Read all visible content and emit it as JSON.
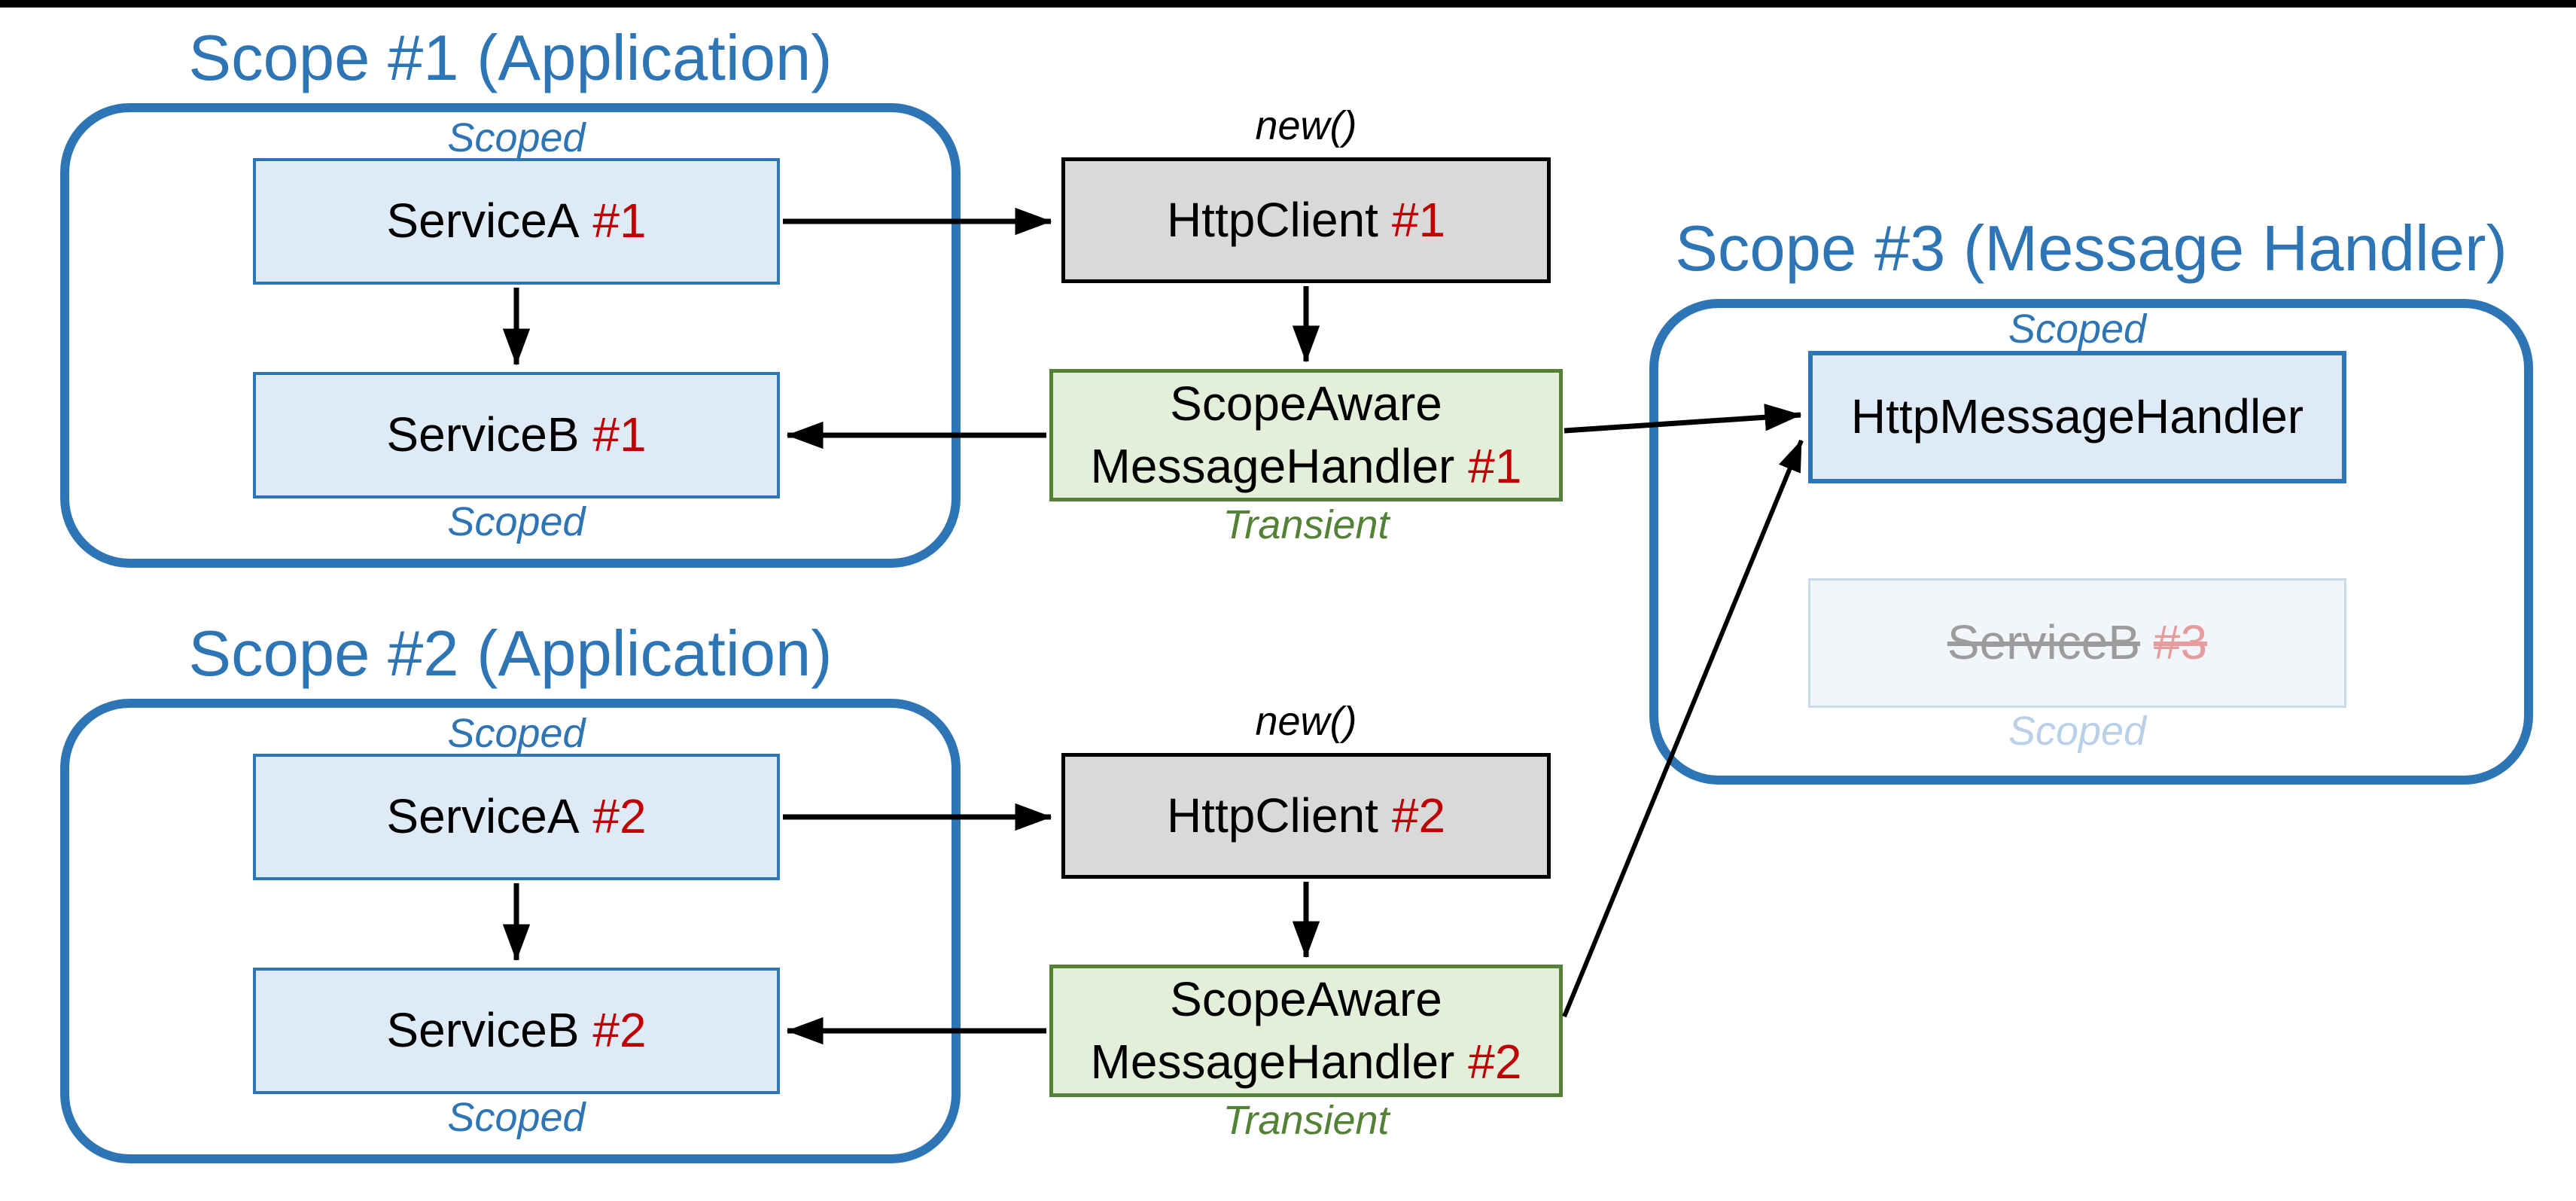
{
  "colors": {
    "accent_blue": "#2E75B6",
    "light_blue_fill": "#DEEAF6",
    "gray_fill": "#D9D9D9",
    "green_border": "#538135",
    "green_fill": "#E4EFDA",
    "red_accent": "#C00000",
    "faded_fill": "#F2F6FA",
    "faded_border": "#C8D9EC",
    "faded_text_gray": "#9C9C9C",
    "faded_text_red": "#E49C9C",
    "faded_text_blue": "#B9D0E8"
  },
  "scope1": {
    "title": "Scope #1 (Application)",
    "scoped_top": "Scoped",
    "scoped_bottom": "Scoped",
    "service_a": {
      "name": "ServiceA",
      "num": "#1"
    },
    "service_b": {
      "name": "ServiceB",
      "num": "#1"
    }
  },
  "scope2": {
    "title": "Scope #2 (Application)",
    "scoped_top": "Scoped",
    "scoped_bottom": "Scoped",
    "service_a": {
      "name": "ServiceA",
      "num": "#2"
    },
    "service_b": {
      "name": "ServiceB",
      "num": "#2"
    }
  },
  "scope3": {
    "title": "Scope #3 (Message Handler)",
    "scoped_top": "Scoped",
    "handler": {
      "name": "HttpMessageHandler"
    },
    "service_b_faded": {
      "name": "ServiceB",
      "num": "#3",
      "scoped_label": "Scoped"
    }
  },
  "client1": {
    "annotation": "new()",
    "name": "HttpClient",
    "num": "#1"
  },
  "client2": {
    "annotation": "new()",
    "name": "HttpClient",
    "num": "#2"
  },
  "handler1": {
    "line1": "ScopeAware",
    "line2": "MessageHandler",
    "num": "#1",
    "lifetime": "Transient"
  },
  "handler2": {
    "line1": "ScopeAware",
    "line2": "MessageHandler",
    "num": "#2",
    "lifetime": "Transient"
  }
}
